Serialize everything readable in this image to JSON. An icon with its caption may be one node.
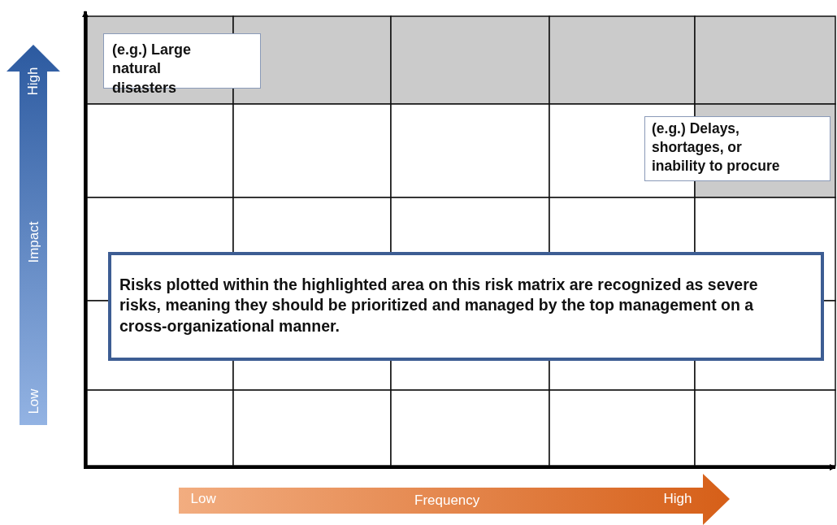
{
  "diagram": {
    "nodes": [
      {
        "text": [
          "(e.g.) Large natural disasters"
        ]
      },
      {
        "text": [
          "(e.g.) Delays, shortages, or inability to procure"
        ]
      },
      {
        "text": [
          "Risks plotted within the highlighted area on this risk matrix are recognized as severe risks, meaning they should be prioritized and managed by the top management on a cross-organizational manner."
        ]
      }
    ],
    "labels": [
      "High",
      "Impact",
      "Low",
      "Low",
      "Frequency",
      "High"
    ]
  }
}
